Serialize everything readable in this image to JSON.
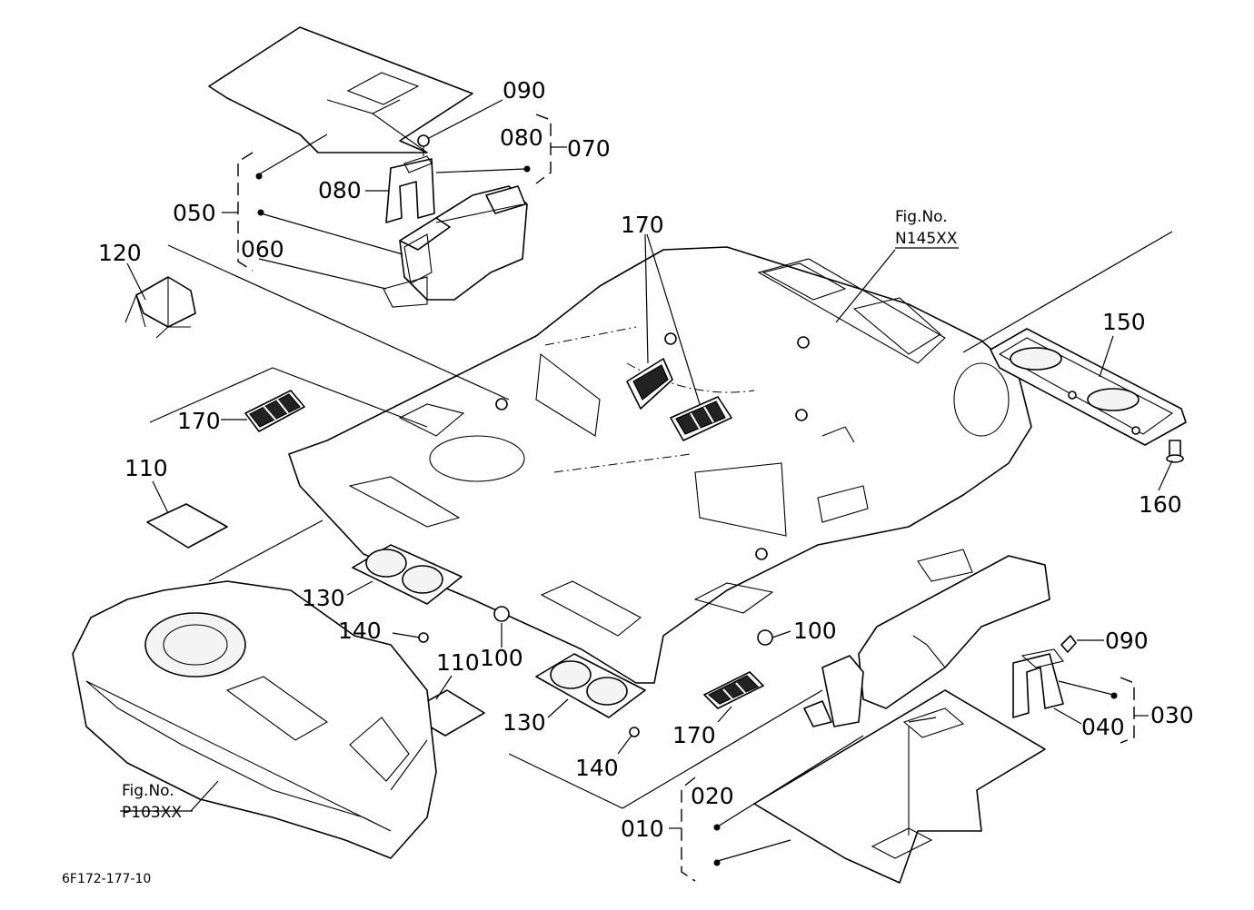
{
  "labels": {
    "p010": "010",
    "p020": "020",
    "p030": "030",
    "p040": "040",
    "p050": "050",
    "p060": "060",
    "p070": "070",
    "p080a": "080",
    "p080b": "080",
    "p090a": "090",
    "p090b": "090",
    "p100a": "100",
    "p100b": "100",
    "p110a": "110",
    "p110b": "110",
    "p120": "120",
    "p130a": "130",
    "p130b": "130",
    "p140a": "140",
    "p140b": "140",
    "p150": "150",
    "p160": "160",
    "p170a": "170",
    "p170b": "170",
    "p170c": "170"
  },
  "figrefs": {
    "n145": {
      "line1": "Fig.No.",
      "line2": "N145XX"
    },
    "p103": {
      "line1": "Fig.No.",
      "line2": "P103XX"
    }
  },
  "drawing_code": "6F172-177-10"
}
